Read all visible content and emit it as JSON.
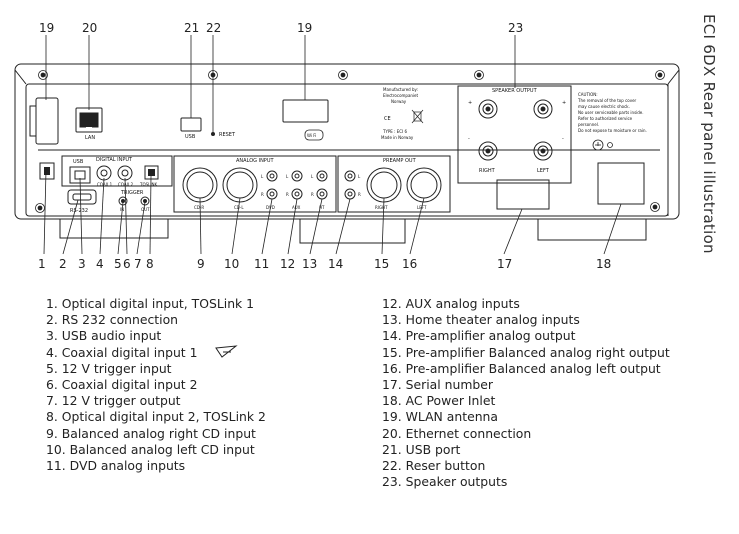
{
  "title": "ECI 6DX Rear panel illustration",
  "callouts_top": [
    "19",
    "20",
    "21",
    "22",
    "19",
    "23"
  ],
  "callouts_bottom": [
    "1",
    "2",
    "3",
    "4",
    "5",
    "6",
    "7",
    "8",
    "9",
    "10",
    "11",
    "12",
    "13",
    "14",
    "15",
    "16",
    "17",
    "18"
  ],
  "panel": {
    "lan": "LAN",
    "usb": "USB",
    "reset": "RESET",
    "wifi": "Wi Fi",
    "usb_input": "USB",
    "digital_input": "DIGITAL INPUT",
    "coax1": "COAX 1",
    "coax2": "COAX 2",
    "toslink": "TOSLINK",
    "rs232": "RS-232",
    "trigger": "TRIGGER",
    "trig_in": "IN",
    "trig_out": "OUT",
    "analog_input": "ANALOG INPUT",
    "cd_r": "CD-R",
    "cd_l": "CD-L",
    "dvd": "DVD",
    "aux": "AUX",
    "ht": "HT",
    "preamp_out": "PREAMP OUT",
    "right": "RIGHT",
    "left": "LEFT",
    "l": "L",
    "r": "R",
    "speaker_output": "SPEAKER OUTPUT",
    "spk_right": "RIGHT",
    "spk_left": "LEFT",
    "plus": "+",
    "minus": "-",
    "manufactured_by": "Manufactured by:",
    "company": "Electrocompaniet",
    "country": "Norway",
    "ce": "CE",
    "type": "TYPE : ECI 6",
    "made_in": "Made in Norway",
    "caution": [
      "CAUTION:",
      "The removal of the top cover",
      "may cause electric shock.",
      "No user serviceable parts inside.",
      "Refer to authorized service",
      "personnel.",
      "Do not expose to moisture or rain."
    ]
  },
  "legend_left": [
    "1. Optical digital input, TOSLink 1",
    "2. RS 232 connection",
    "3. USB audio input",
    "4. Coaxial digital input 1",
    "5. 12 V trigger input",
    "6. Coaxial digital input 2",
    "7. 12 V trigger output",
    "8. Optical digital input 2, TOSLink 2",
    "9. Balanced analog right CD input",
    "10. Balanced analog left CD input",
    "11. DVD analog inputs"
  ],
  "legend_right": [
    "12. AUX analog inputs",
    "13. Home theater analog inputs",
    "14. Pre-amplifier analog output",
    "15. Pre-amplifier Balanced analog right output",
    "16. Pre-amplifier Balanced analog left output",
    "17. Serial number",
    "18. AC Power Inlet",
    "19. WLAN antenna",
    "20. Ethernet connection",
    "21. USB port",
    "22. Reser button",
    "23. Speaker outputs"
  ]
}
